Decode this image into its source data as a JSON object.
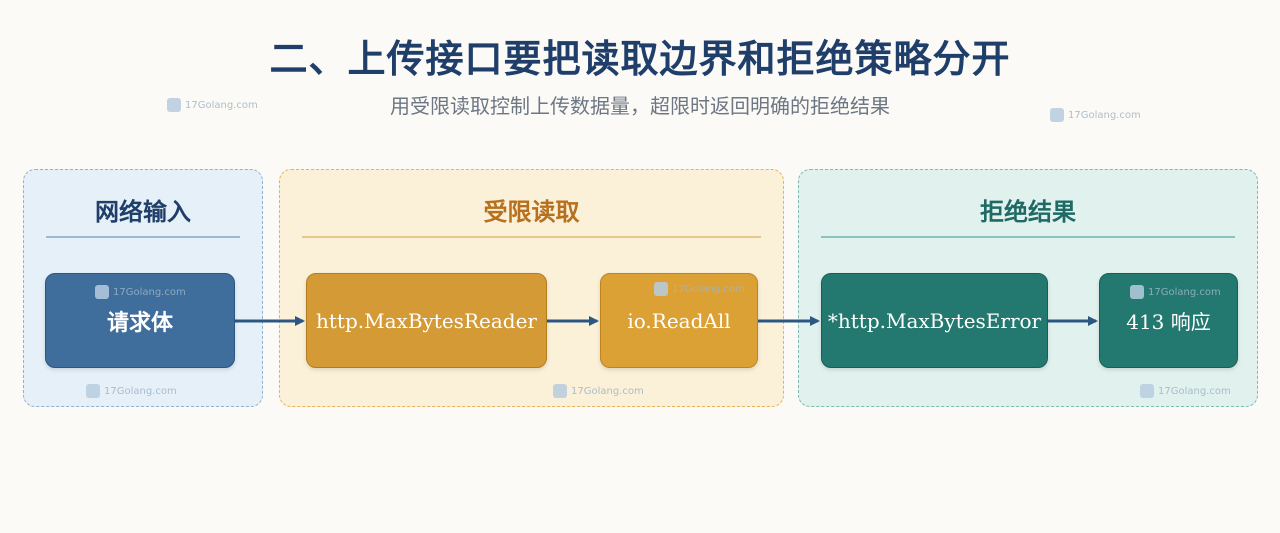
{
  "title": "二、上传接口要把读取边界和拒绝策略分开",
  "subtitle": "用受限读取控制上传数据量，超限时返回明确的拒绝结果",
  "groups": [
    {
      "title": "网络输入"
    },
    {
      "title": "受限读取"
    },
    {
      "title": "拒绝结果"
    }
  ],
  "nodes": [
    {
      "label": "请求体"
    },
    {
      "label": "http.MaxBytesReader"
    },
    {
      "label": "io.ReadAll"
    },
    {
      "label": "*http.MaxBytesError"
    },
    {
      "label": "413 响应"
    }
  ],
  "watermark": "17Golang.com",
  "colors": {
    "title": "#1f3f6a",
    "input_node": "#3f6d9c",
    "read_node": "#d39a35",
    "reject_node": "#23796f",
    "arrow": "#2d5783"
  }
}
